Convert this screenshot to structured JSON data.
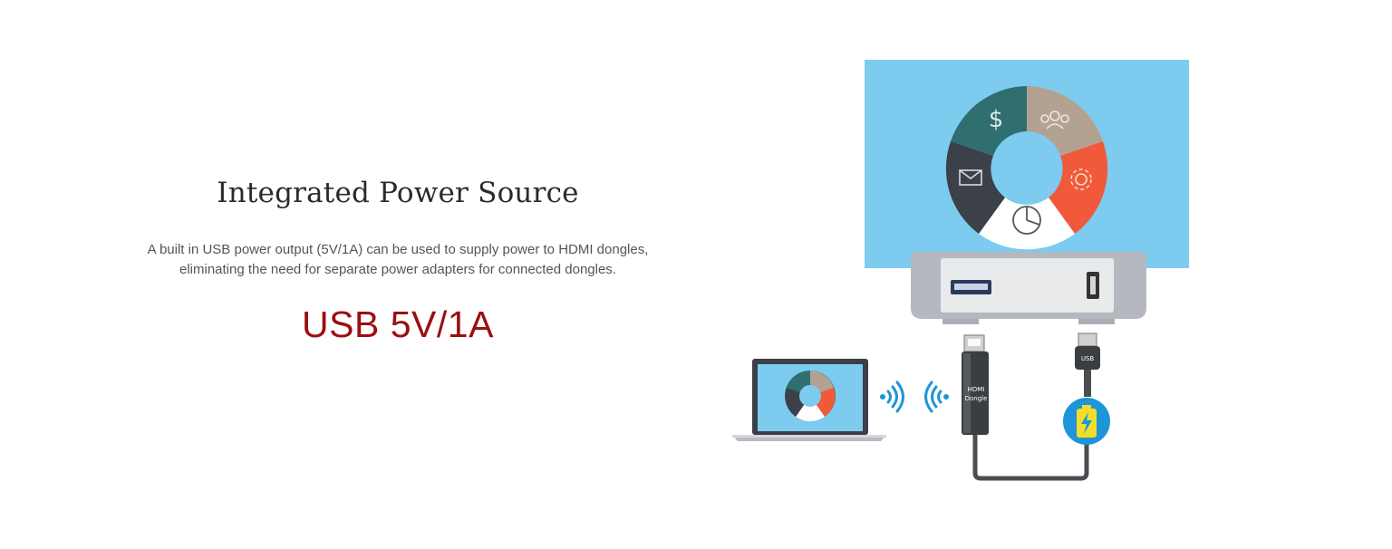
{
  "section": {
    "title": "Integrated Power Source",
    "description_line1": "A built in USB power output (5V/1A) can be used to supply power to HDMI dongles,",
    "description_line2": "eliminating the need for separate power adapters for connected dongles.",
    "spec": "USB 5V/1A"
  },
  "illustration": {
    "dongle_label_line1": "HDMI",
    "dongle_label_line2": "Dongle",
    "usb_label": "USB",
    "icons": [
      "dollar-icon",
      "people-icon",
      "gear-icon",
      "pie-chart-icon",
      "mail-icon",
      "wifi-waves-icon",
      "battery-icon"
    ]
  },
  "colors": {
    "spec_red": "#9b0f12",
    "screen_blue": "#7ecbf0",
    "segment_teal": "#2f6f6f",
    "segment_tan": "#b3a291",
    "segment_orange": "#f05a3a",
    "segment_dark": "#3b4049",
    "wifi_blue": "#1d95d8",
    "battery_yellow": "#f2dd2a"
  }
}
